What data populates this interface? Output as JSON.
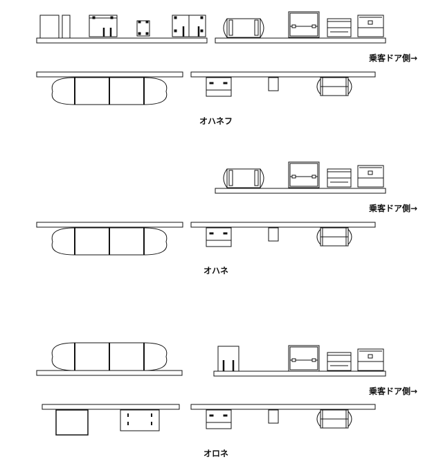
{
  "labels": {
    "side_note": "乗客ドア側→",
    "car_1": "オハネフ",
    "car_2": "オハネ",
    "car_3": "オロネ"
  },
  "colors": {
    "line": "#111111",
    "background": "#ffffff"
  }
}
